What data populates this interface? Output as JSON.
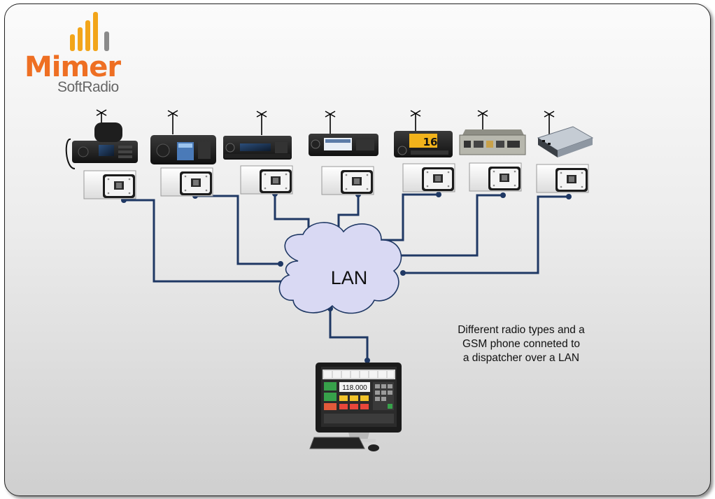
{
  "logo": {
    "name": "Mimer",
    "subtitle": "SoftRadio",
    "bar_color": "#f2a51a",
    "brand_color": "#ee6f23",
    "gray_color": "#8a8a8a"
  },
  "cloud": {
    "label": "LAN",
    "fill": "#d9d9f3",
    "stroke": "#1f3864"
  },
  "caption": {
    "lines": [
      "Different radio types and a",
      "GSM phone conneted to",
      "a dispatcher over a LAN"
    ]
  },
  "connection_color": "#1f3864",
  "dispatcher": {
    "display_value": "118.000"
  },
  "devices": [
    {
      "name": "mobile-radio-with-microphone",
      "icon": "radio-icon"
    },
    {
      "name": "mobile-radio-color-display",
      "icon": "radio-icon"
    },
    {
      "name": "mobile-radio-long",
      "icon": "radio-icon"
    },
    {
      "name": "mobile-radio-compact",
      "icon": "radio-icon"
    },
    {
      "name": "marine-radio",
      "icon": "radio-icon",
      "display_text": "16"
    },
    {
      "name": "radio-module",
      "icon": "module-icon"
    },
    {
      "name": "gsm-modem",
      "icon": "gsm-modem-icon"
    }
  ]
}
